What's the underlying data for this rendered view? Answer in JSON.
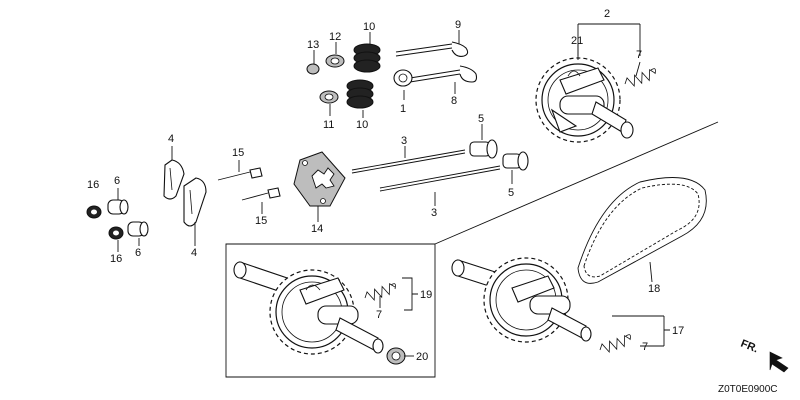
{
  "diagram": {
    "code": "Z0T0E0900C",
    "direction_label": "FR.",
    "callouts": {
      "c2": "2",
      "c21": "21",
      "c7a": "7",
      "c9": "9",
      "c10a": "10",
      "c12": "12",
      "c13": "13",
      "c1": "1",
      "c8": "8",
      "c11": "11",
      "c10b": "10",
      "c4a": "4",
      "c5a": "5",
      "c3a": "3",
      "c15a": "15",
      "c16a": "16",
      "c6a": "6",
      "c15b": "15",
      "c14": "14",
      "c5b": "5",
      "c3b": "3",
      "c16b": "16",
      "c6b": "6",
      "c4b": "4",
      "c18": "18",
      "c19": "19",
      "c7b": "7",
      "c20": "20",
      "c17": "17",
      "c7c": "7"
    }
  }
}
